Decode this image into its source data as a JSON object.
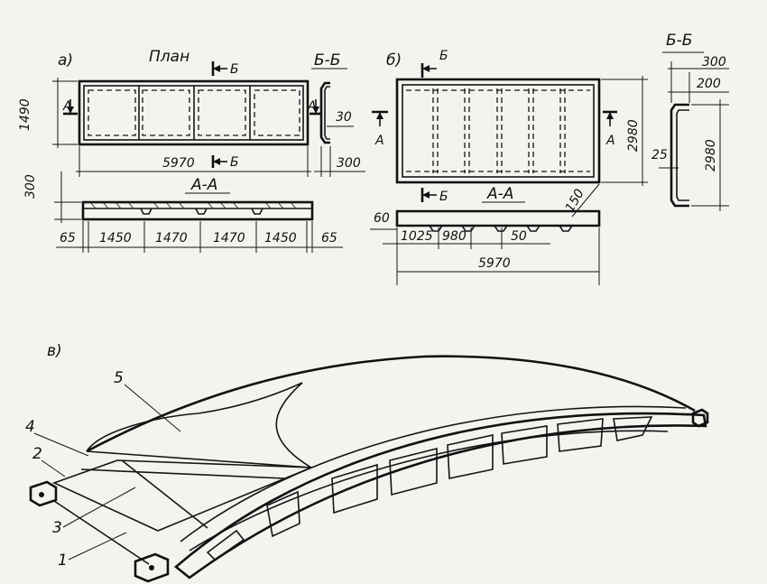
{
  "panel_a": {
    "label": "а)",
    "plan_title": "План",
    "section_bb_title": "Б-Б",
    "section_aa_title": "А-А",
    "cut_b": "Б",
    "cut_a": "А",
    "dim_width": "1490",
    "dim_length": "5970",
    "dim_rib": "30",
    "dim_flange": "300",
    "dim_height": "300",
    "dim_edge_left": "65",
    "dim_edge_right": "65",
    "dim_segments": [
      "1450",
      "1470",
      "1470",
      "1450"
    ]
  },
  "panel_b": {
    "label": "б)",
    "section_bb_title": "Б-Б",
    "section_aa_title": "А-А",
    "cut_b": "Б",
    "cut_a": "А",
    "dim_width": "2980",
    "dim_bb_width": "2980",
    "dim_bb_300": "300",
    "dim_bb_200": "200",
    "dim_bb_25": "25",
    "dim_150": "150",
    "dim_60": "60",
    "dim_1025": "1025",
    "dim_980": "980",
    "dim_50": "50",
    "dim_length": "5970"
  },
  "panel_c": {
    "label": "в)",
    "callouts": [
      "1",
      "2",
      "3",
      "4",
      "5"
    ]
  }
}
